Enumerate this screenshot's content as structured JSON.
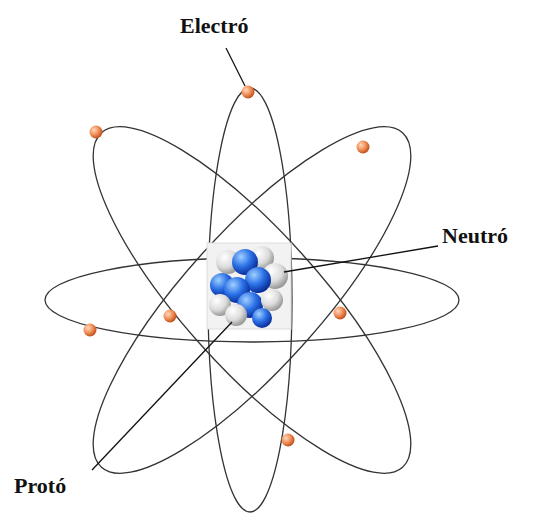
{
  "diagram": {
    "labels": [
      "Electró",
      "Neutró",
      "Protó"
    ]
  }
}
